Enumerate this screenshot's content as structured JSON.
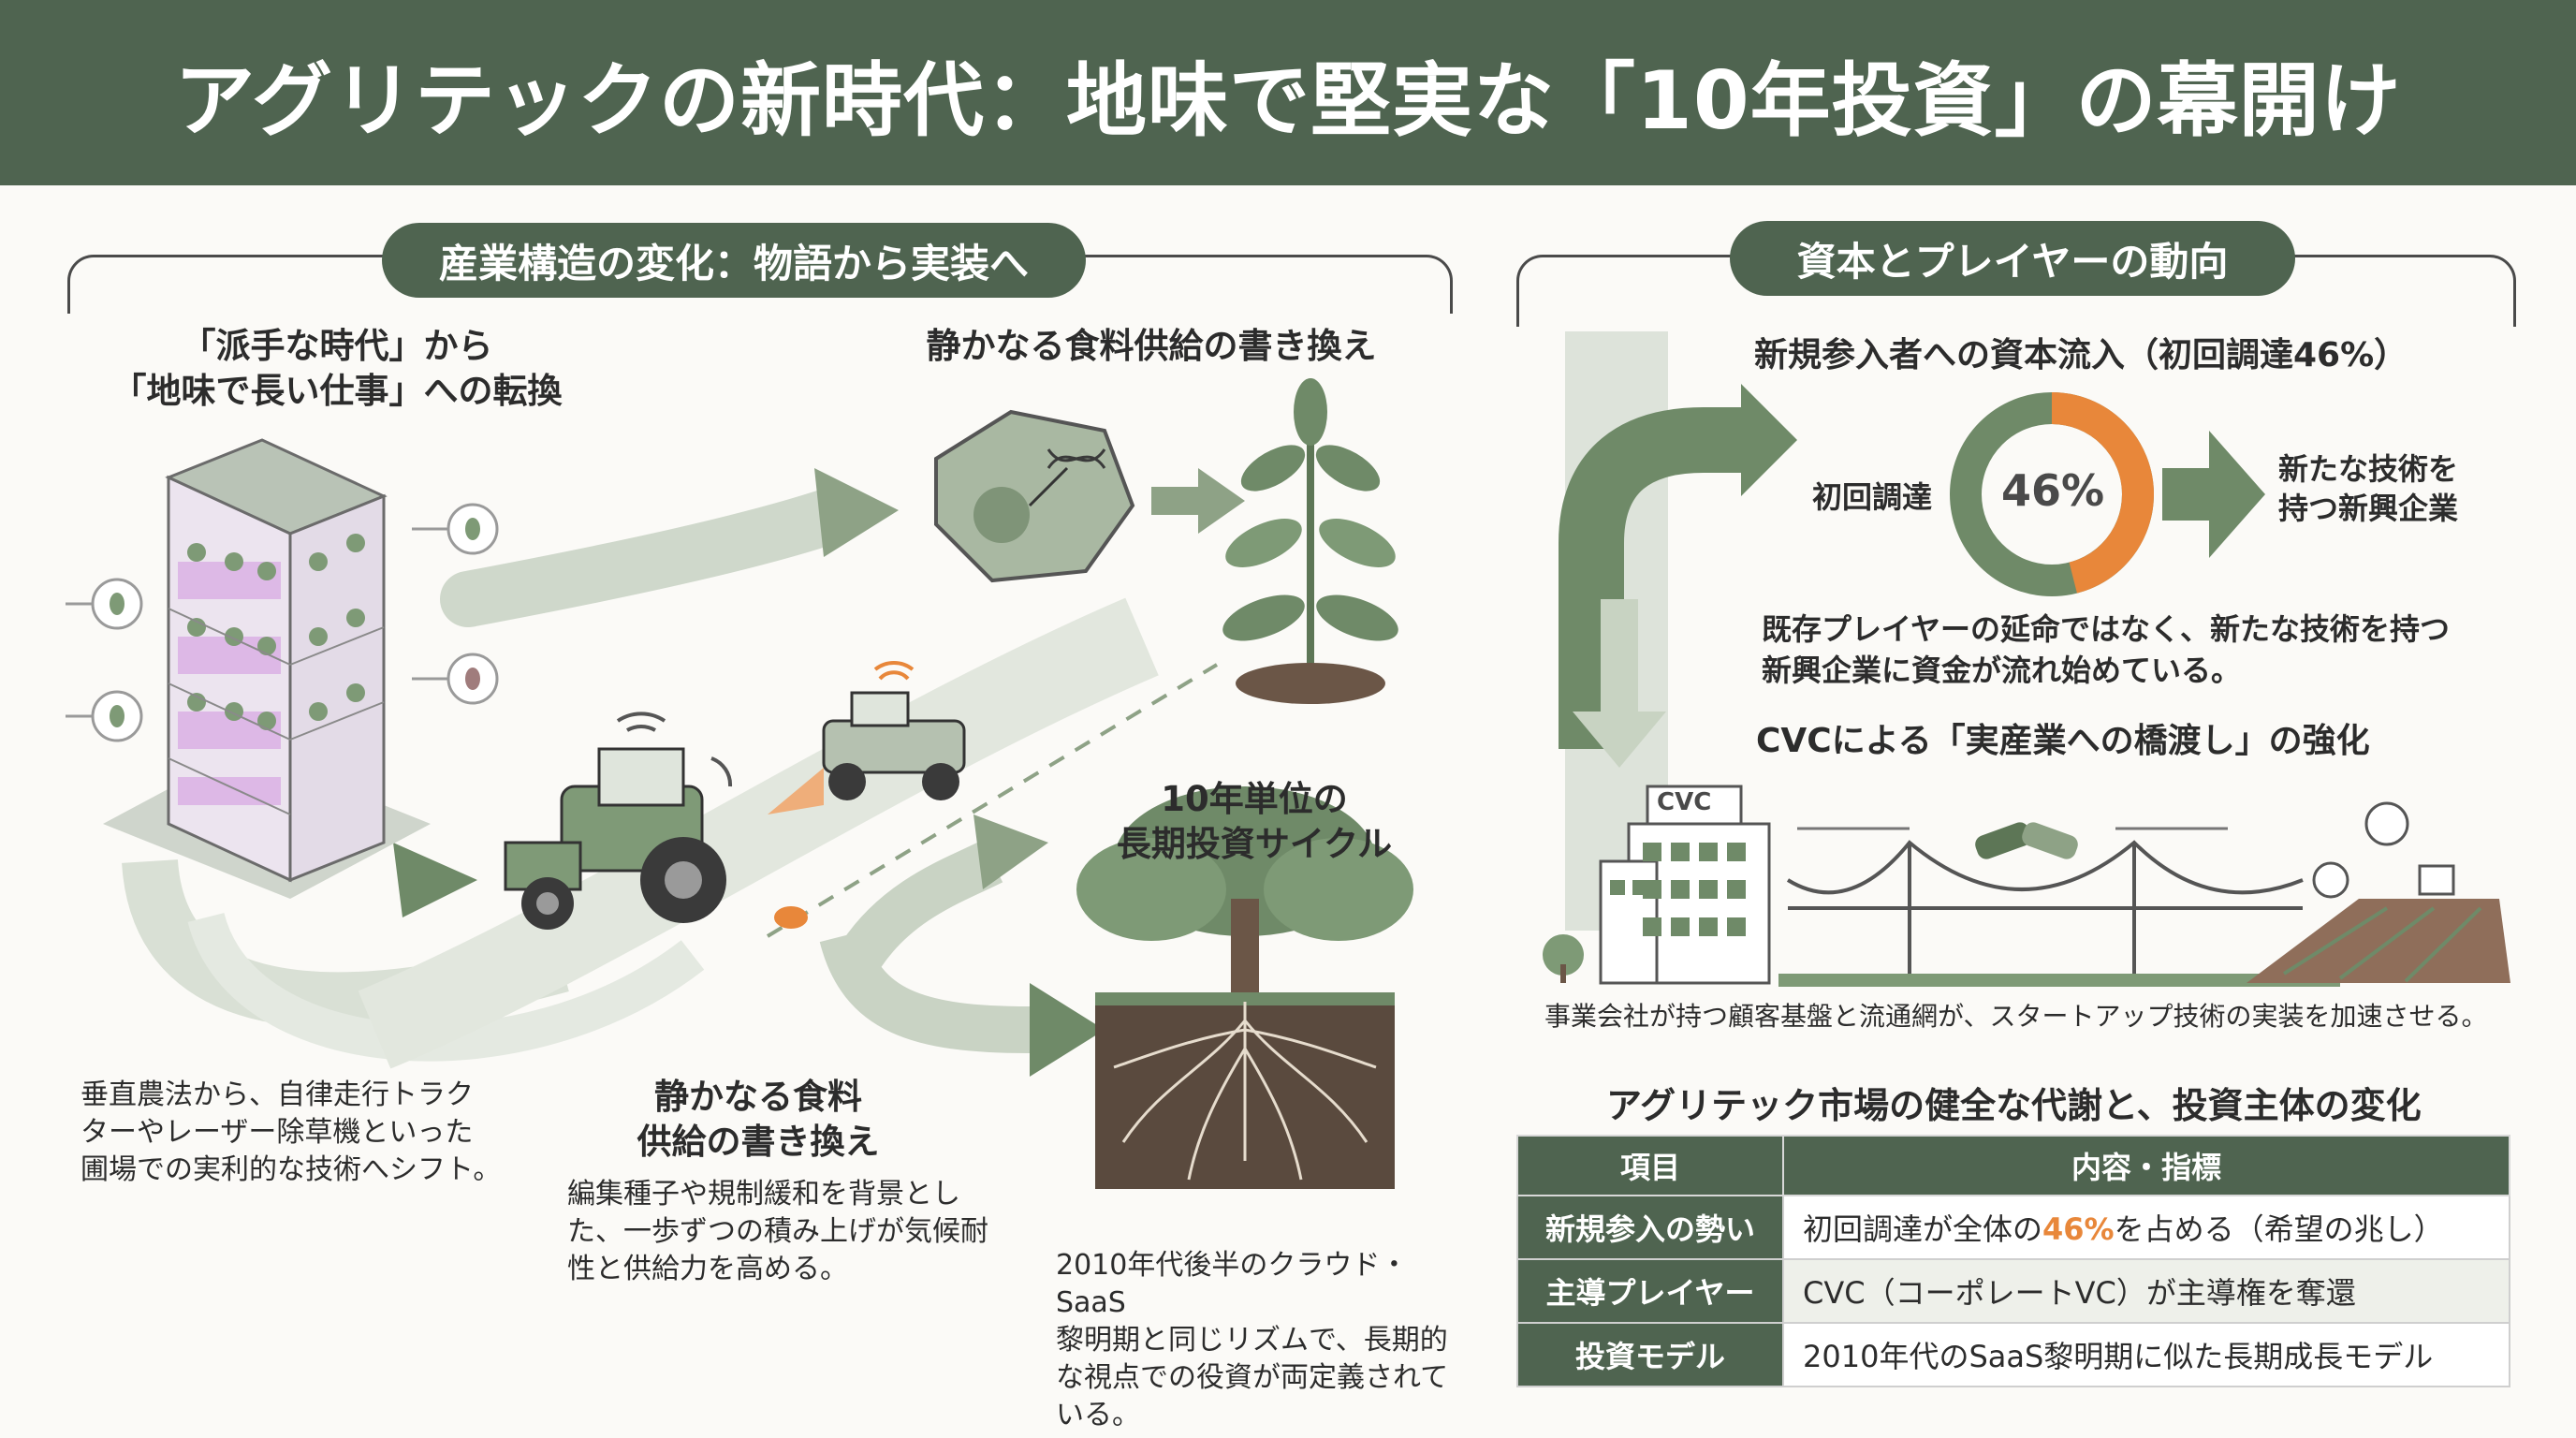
{
  "header": {
    "title": "アグリテックの新時代：地味で堅実な「10年投資」の幕開け"
  },
  "left": {
    "section_title": "産業構造の変化：物語から実装へ",
    "shift_heading_line1": "「派手な時代」から",
    "shift_heading_line2": "「地味で長い仕事」への転換",
    "food_rewrite_heading": "静かなる食料供給の書き換え",
    "vertical_farm_text": [
      "垂直農法から、自律走行トラク",
      "ターやレーザー除草機といった",
      "圃場での実利的な技術へシフト。"
    ],
    "quiet_food_heading": [
      "静かなる食料",
      "供給の書き換え"
    ],
    "quiet_food_text": [
      "編集種子や規制緩和を背景とし",
      "た、一歩ずつの積み上げが気候耐",
      "性と供給力を高める。"
    ],
    "cycle_heading": [
      "10年単位の",
      "長期投資サイクル"
    ],
    "cycle_text": [
      "2010年代後半のクラウド・SaaS",
      "黎明期と同じリズムで、長期的",
      "な視点での役資が両定義されて",
      "いる。"
    ]
  },
  "right": {
    "section_title": "資本とプレイヤーの動向",
    "inflow_heading": "新規参入者への資本流入（初回調達46%）",
    "donut": {
      "left_label": "初回調達",
      "value_label": "46%",
      "percent": 46,
      "right_label": [
        "新たな技術を",
        "持つ新興企業"
      ]
    },
    "inflow_text": [
      "既存プレイヤーの延命ではなく、新たな技術を持つ",
      "新興企業に資金が流れ始めている。"
    ],
    "cvc_heading": "CVCによる「実産業への橋渡し」の強化",
    "cvc_building_label": "CVC",
    "cvc_text": "事業会社が持つ顧客基盤と流通網が、スタートアップ技術の実装を加速させる。",
    "table_title": "アグリテック市場の健全な代謝と、投資主体の変化",
    "table": {
      "headers": [
        "項目",
        "内容・指標"
      ],
      "rows": [
        {
          "key": "新規参入の勢い",
          "pre": "初回調達が全体の",
          "highlight": "46%",
          "post": "を占める（希望の兆し）"
        },
        {
          "key": "主導プレイヤー",
          "value": "CVC（コーポレートVC）が主導権を奪還"
        },
        {
          "key": "投資モデル",
          "value": "2010年代のSaaS黎明期に似た長期成長モデル"
        }
      ]
    }
  },
  "colors": {
    "banner": "#4f6450",
    "accent": "#e8873a",
    "green": "#6f8a68",
    "light_green": "#c8d3c2"
  }
}
